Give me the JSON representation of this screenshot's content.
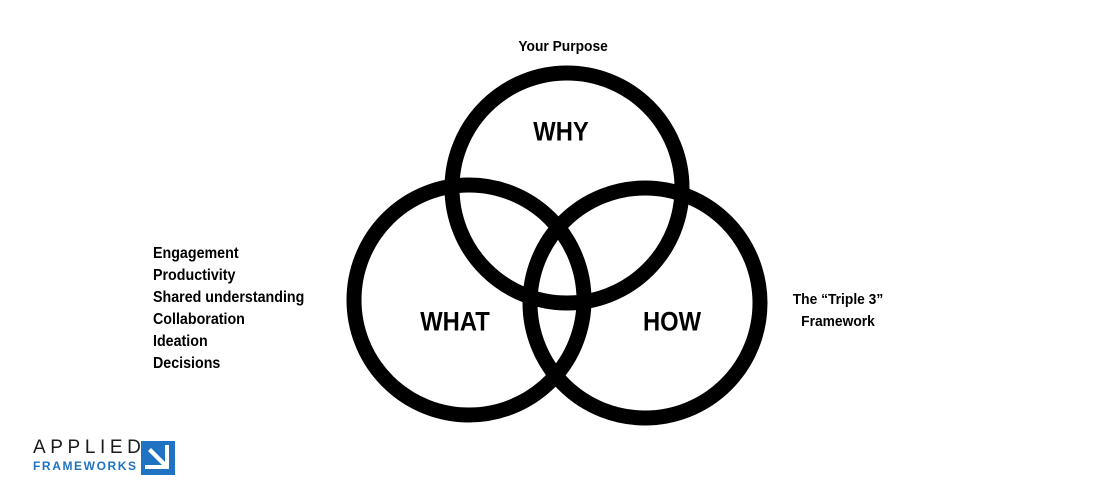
{
  "diagram": {
    "top_caption": "Your Purpose",
    "circles": {
      "why": "WHY",
      "what": "WHAT",
      "how": "HOW"
    },
    "left_list": [
      "Engagement",
      "Productivity",
      "Shared understanding",
      "Collaboration",
      "Ideation",
      "Decisions"
    ],
    "right_caption_line1": "The “Triple 3”",
    "right_caption_line2": "Framework"
  },
  "logo": {
    "top_text": "APPLIED",
    "bottom_text": "FRAMEWORKS",
    "brand_color": "#1f73c2"
  },
  "colors": {
    "stroke": "#000000",
    "background": "#ffffff"
  }
}
